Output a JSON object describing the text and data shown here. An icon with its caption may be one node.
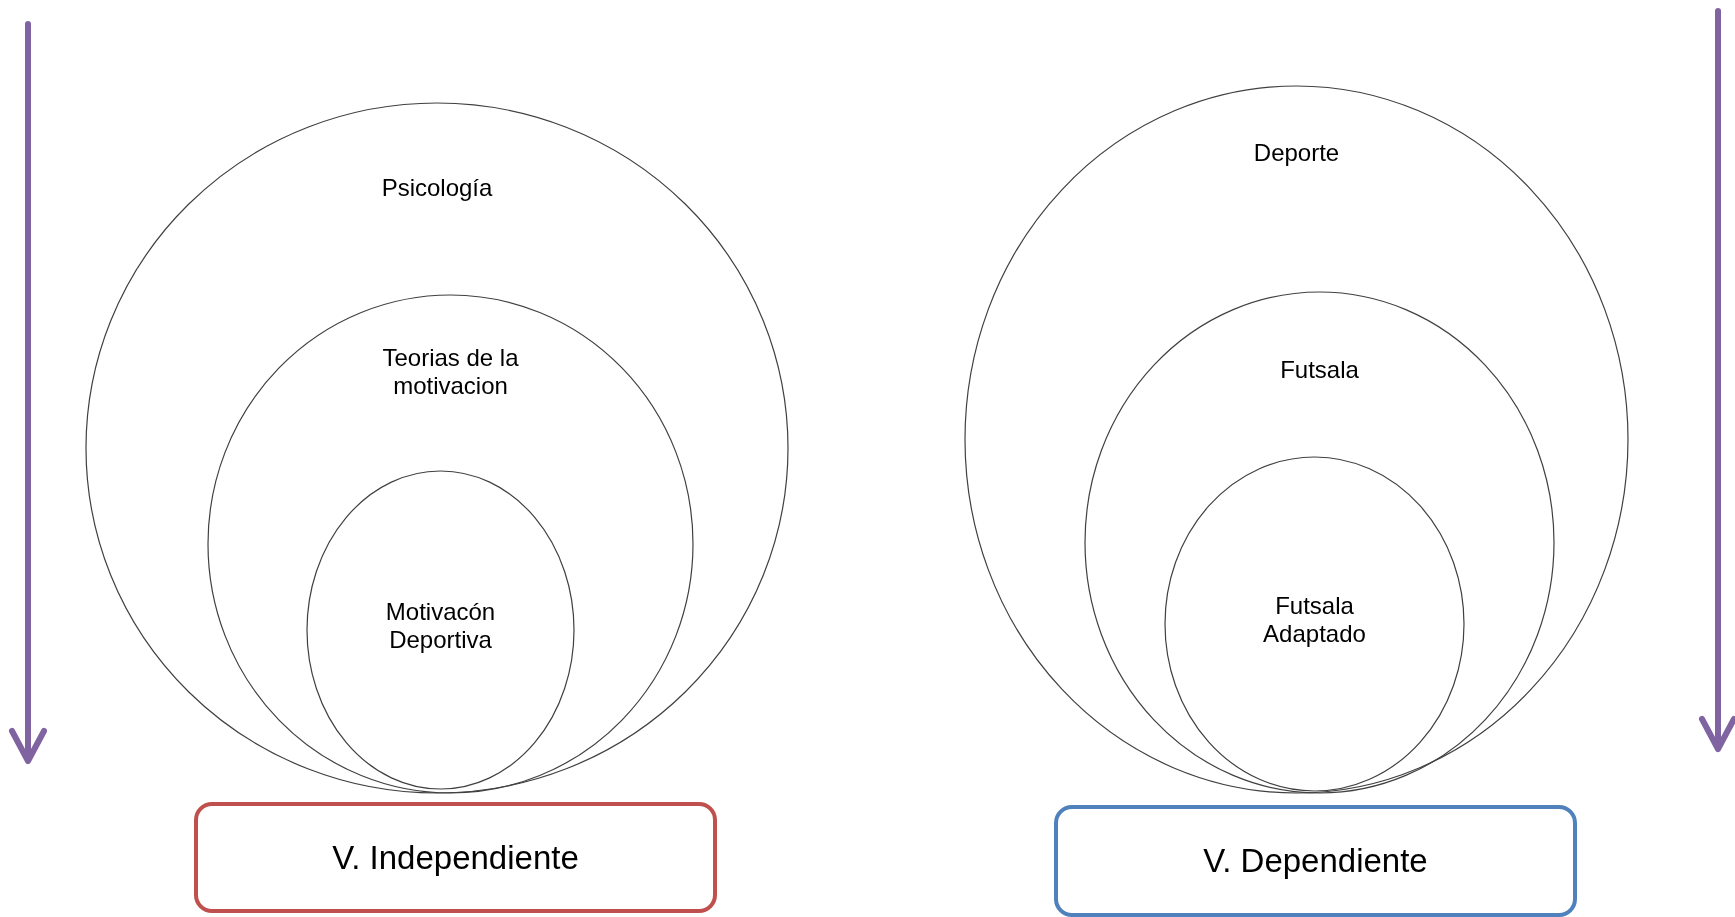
{
  "diagram": {
    "nodes": [
      {
        "text": [
          "Psicología"
        ]
      },
      {
        "text": [
          "Teorias de la motivacion"
        ],
        "in": 0
      },
      {
        "text": [
          "Motivacón Deportiva"
        ],
        "in": 1
      },
      {
        "text": [
          "Deporte"
        ]
      },
      {
        "text": [
          "Futsala"
        ],
        "in": 3
      },
      {
        "text": [
          "Futsala Adaptado"
        ],
        "in": 4
      },
      {
        "text": [
          "V. Independiente"
        ]
      },
      {
        "text": [
          "V. Dependiente"
        ]
      }
    ]
  }
}
